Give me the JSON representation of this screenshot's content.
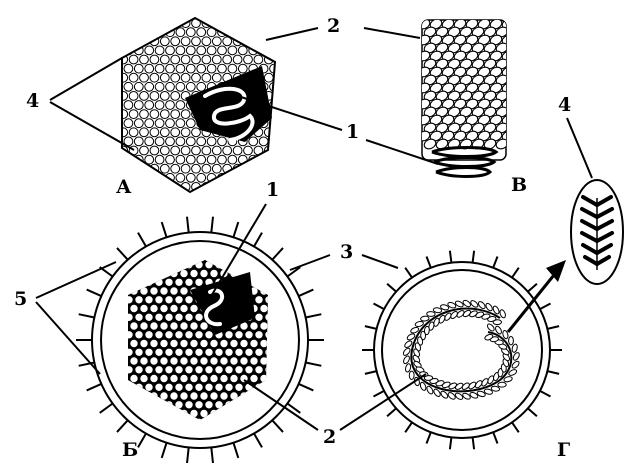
{
  "diagram": {
    "panels": {
      "A": "А",
      "B": "Б",
      "V": "В",
      "G": "Г"
    },
    "numbers": {
      "n1_top": "1",
      "n1_mid": "1",
      "n2_top": "2",
      "n2_bottom": "2",
      "n3": "3",
      "n4_left": "4",
      "n4_right": "4",
      "n5": "5"
    },
    "colors": {
      "ink": "#000000",
      "paper": "#ffffff"
    }
  }
}
